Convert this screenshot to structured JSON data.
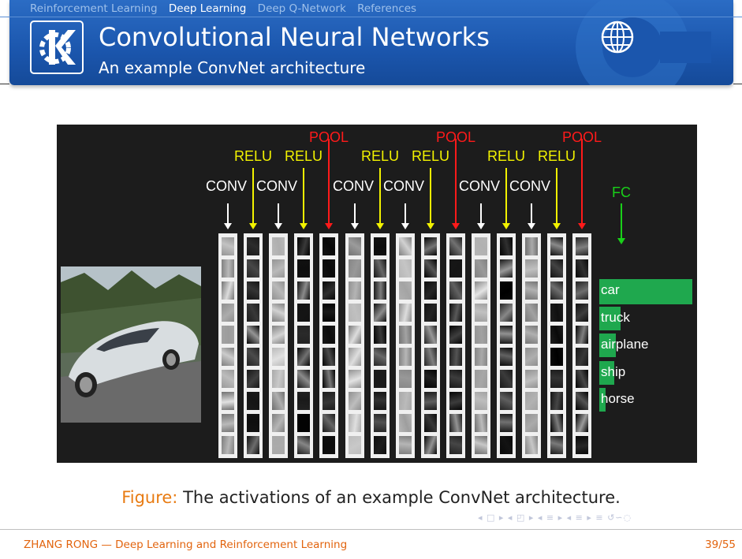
{
  "nav": {
    "items": [
      {
        "label": "Reinforcement Learning",
        "active": false
      },
      {
        "label": "Deep Learning",
        "active": true
      },
      {
        "label": "Deep Q-Network",
        "active": false
      },
      {
        "label": "References",
        "active": false
      }
    ]
  },
  "header": {
    "title": "Convolutional Neural Networks",
    "subtitle": "An example ConvNet architecture",
    "logo": "kde-logo-icon",
    "globe": "globe-icon"
  },
  "figure": {
    "layer_labels": [
      "CONV",
      "RELU",
      "CONV",
      "RELU",
      "POOL",
      "CONV",
      "RELU",
      "CONV",
      "RELU",
      "POOL",
      "CONV",
      "RELU",
      "CONV",
      "RELU",
      "POOL",
      "FC"
    ],
    "classes": [
      {
        "label": "car",
        "score": 1.0
      },
      {
        "label": "truck",
        "score": 0.23
      },
      {
        "label": "airplane",
        "score": 0.18
      },
      {
        "label": "ship",
        "score": 0.16
      },
      {
        "label": "horse",
        "score": 0.07
      }
    ],
    "colors": {
      "conv": "#ffffff",
      "relu": "#f2f200",
      "pool": "#ff1a1a",
      "fc": "#19d019",
      "bar": "#1fa84e"
    }
  },
  "caption": {
    "prefix": "Figure:",
    "text": "The activations of an example ConvNet architecture."
  },
  "footer": {
    "left": "ZHANG RONG — Deep Learning and Reinforcement Learning",
    "right": "39/55",
    "nav_symbols": "◂ □ ▸ ◂ ◰ ▸ ◂ ≡ ▸ ◂ ≡ ▸ ≡ ↺∽◌"
  }
}
